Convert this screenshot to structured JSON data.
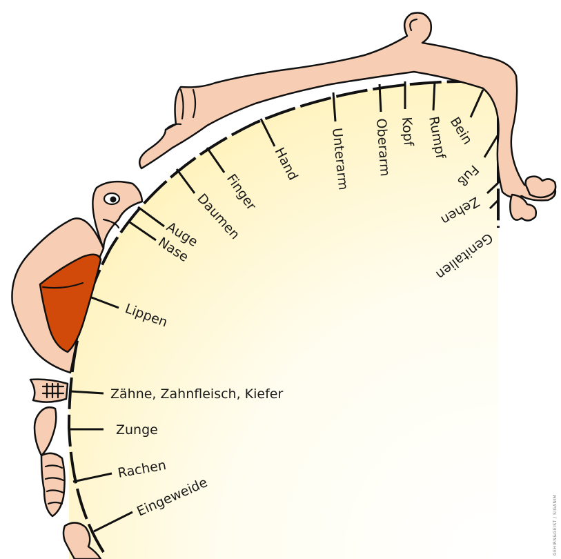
{
  "labels": {
    "bein": "Bein",
    "fuss": "Fuß",
    "zehen": "Zehen",
    "genitalien": "Genitalien",
    "rumpf": "Rumpf",
    "kopf": "Kopf",
    "oberarm": "Oberarm",
    "unterarm": "Unterarm",
    "hand": "Hand",
    "finger": "Finger",
    "daumen": "Daumen",
    "auge": "Auge",
    "nase": "Nase",
    "lippen": "Lippen",
    "zaehne": "Zähne, Zahnfleisch, Kiefer",
    "zunge": "Zunge",
    "rachen": "Rachen",
    "eingeweide": "Eingeweide"
  },
  "credit": "GEHIRN&GEIST / SIGANIM",
  "colors": {
    "skin": "#f7cdb3",
    "lips": "#d24a0a",
    "cortex_inner": "#fff6c8",
    "outline": "#111111"
  },
  "icons": [
    "homunculus-figure",
    "lips",
    "eye",
    "teeth",
    "tongue",
    "pharynx",
    "viscera",
    "toes",
    "genitals",
    "hand-with-fingers"
  ]
}
